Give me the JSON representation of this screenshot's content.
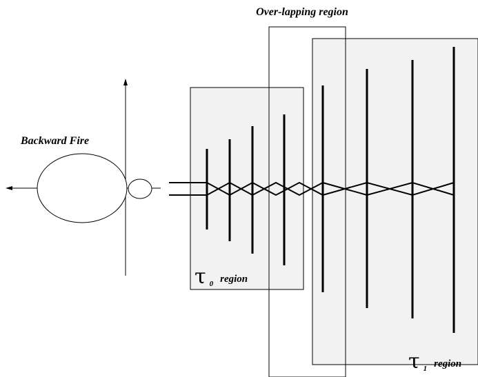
{
  "labels": {
    "overlap": "Over-lapping region",
    "backward_fire": "Backward Fire",
    "tau_symbol": "τ",
    "tau0_subscript": "0",
    "tau0_word": "region",
    "tau1_subscript": "1",
    "tau1_word": "region"
  },
  "colors": {
    "line": "#000000",
    "region_fill": "#f2f2f2",
    "background": "#ffffff"
  }
}
